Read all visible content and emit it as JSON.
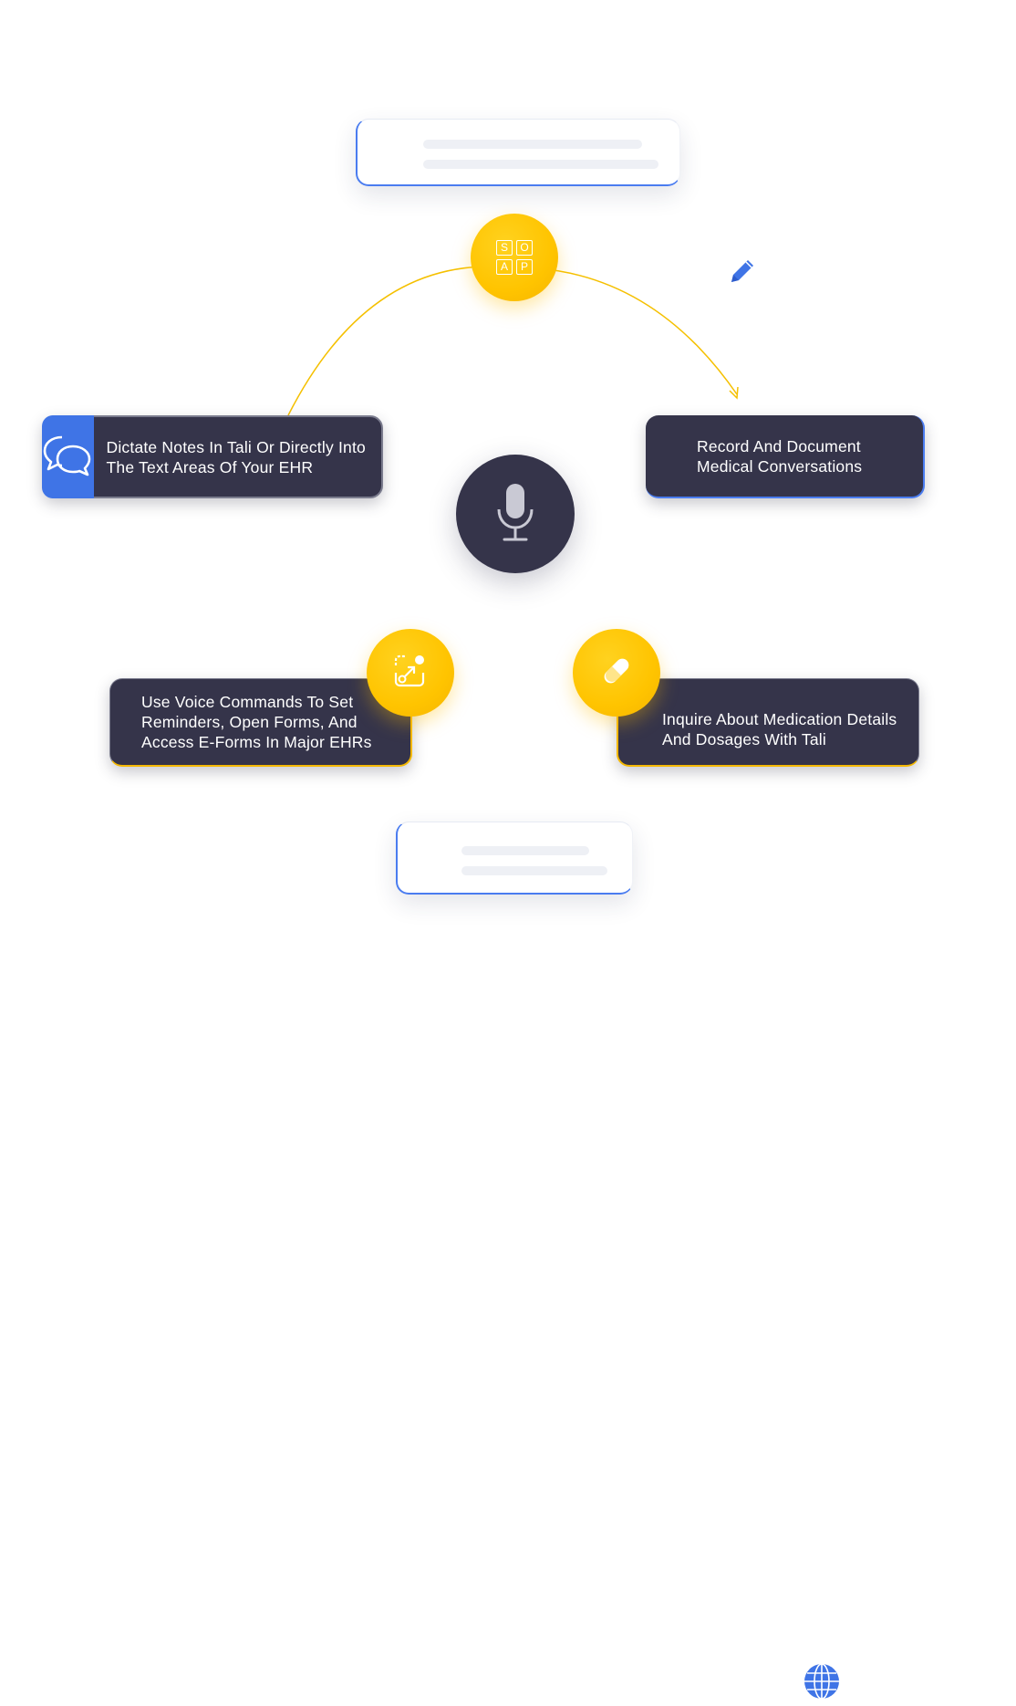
{
  "cards": {
    "dictate": "Dictate Notes In Tali Or Directly Into The Text Areas Of Your EHR",
    "record": "Record And Document Medical Conversations",
    "voice": "Use Voice Commands To Set Reminders, Open Forms, And Access E-Forms In Major EHRs",
    "medication": "Inquire About Medication Details And Dosages With Tali"
  },
  "soap": {
    "s": "S",
    "o": "O",
    "a": "A",
    "p": "P"
  },
  "icons": {
    "top": "pencil-icon",
    "dictate": "chat-bubbles-icon",
    "center": "microphone-icon",
    "soap": "soap-grid-icon",
    "voice": "voice-command-icon",
    "medication": "pill-icon",
    "bottom": "globe-icon"
  },
  "colors": {
    "dark_card": "#35344a",
    "accent_blue": "#3f74e6",
    "accent_yellow": "#ffc400",
    "arc": "#f5c000"
  }
}
